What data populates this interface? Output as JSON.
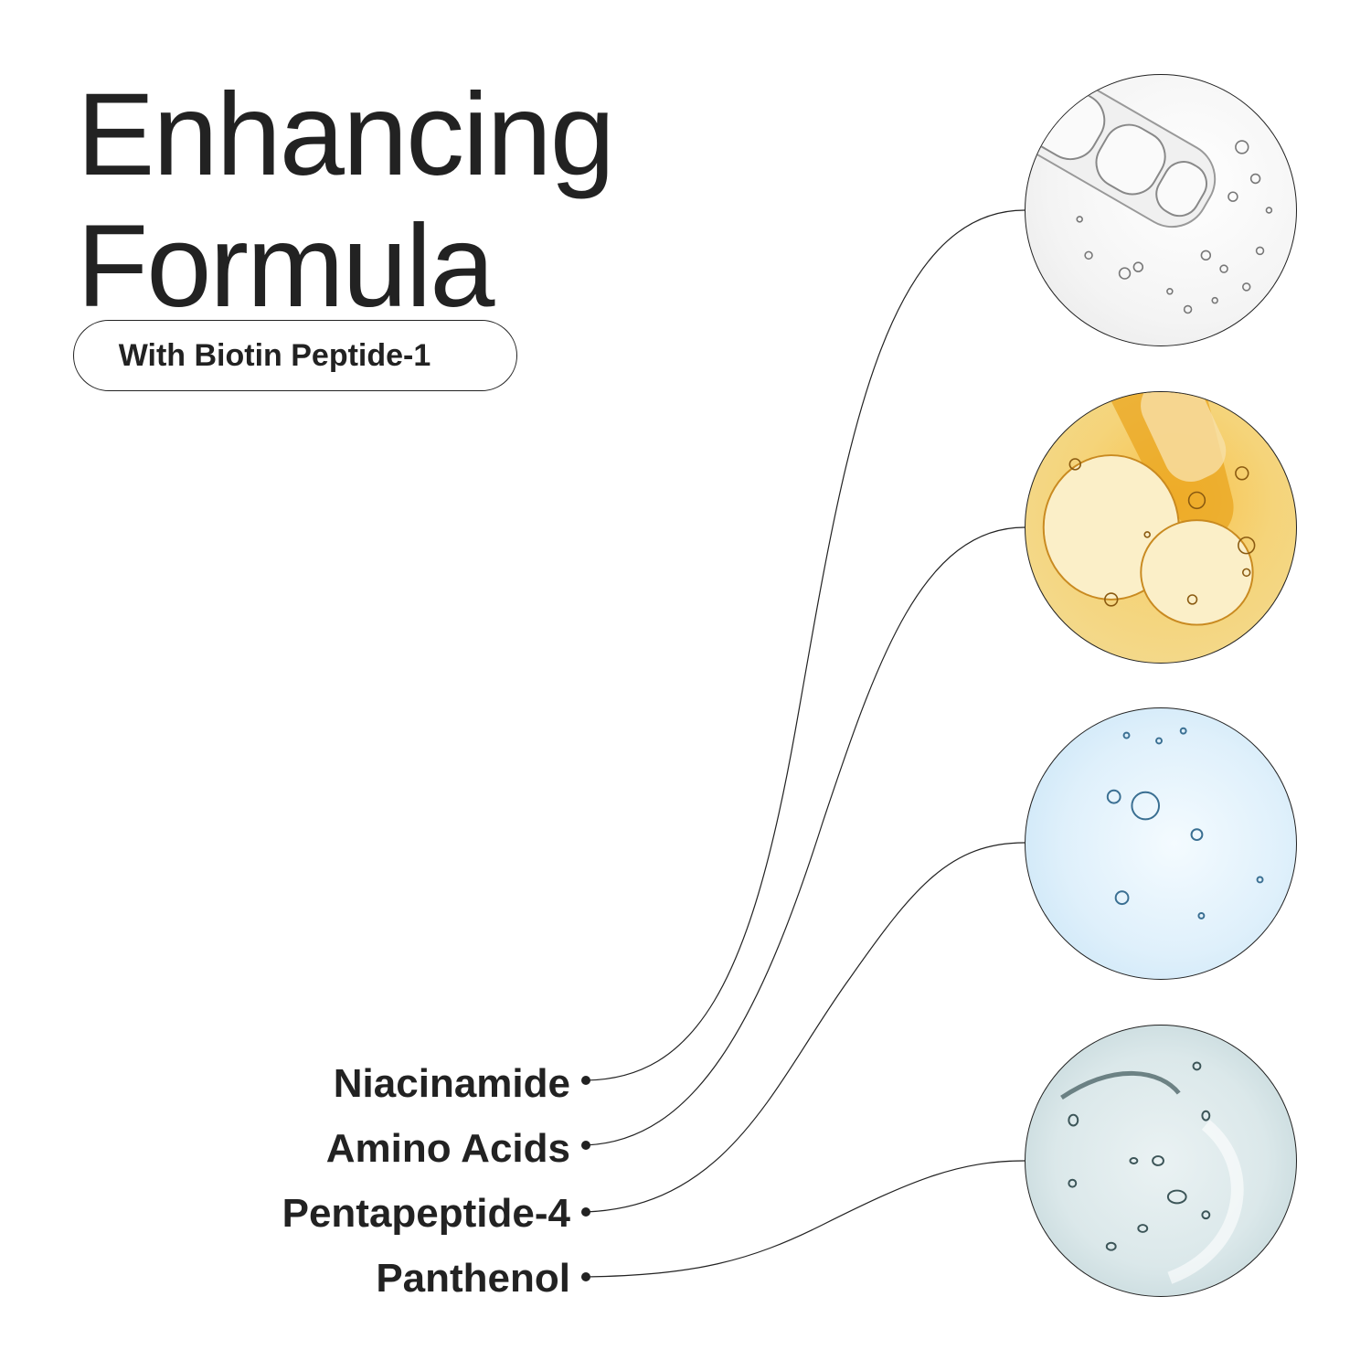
{
  "header": {
    "title_line1": "Enhancing",
    "title_line2": "Formula",
    "badge": "With Biotin Peptide-1"
  },
  "ingredients": [
    {
      "label": "Niacinamide",
      "image": "clear-serum-dropper-bubbles",
      "color": "#f2f2f2"
    },
    {
      "label": "Amino Acids",
      "image": "amber-oil-dropper-bubbles",
      "color": "#f5d47a"
    },
    {
      "label": "Pentapeptide-4",
      "image": "light-blue-gel-bubbles",
      "color": "#dff0fb"
    },
    {
      "label": "Panthenol",
      "image": "pale-teal-gel-swirl",
      "color": "#dbe8ea"
    }
  ],
  "colors": {
    "text": "#222222",
    "background": "#ffffff",
    "line": "#222222"
  }
}
